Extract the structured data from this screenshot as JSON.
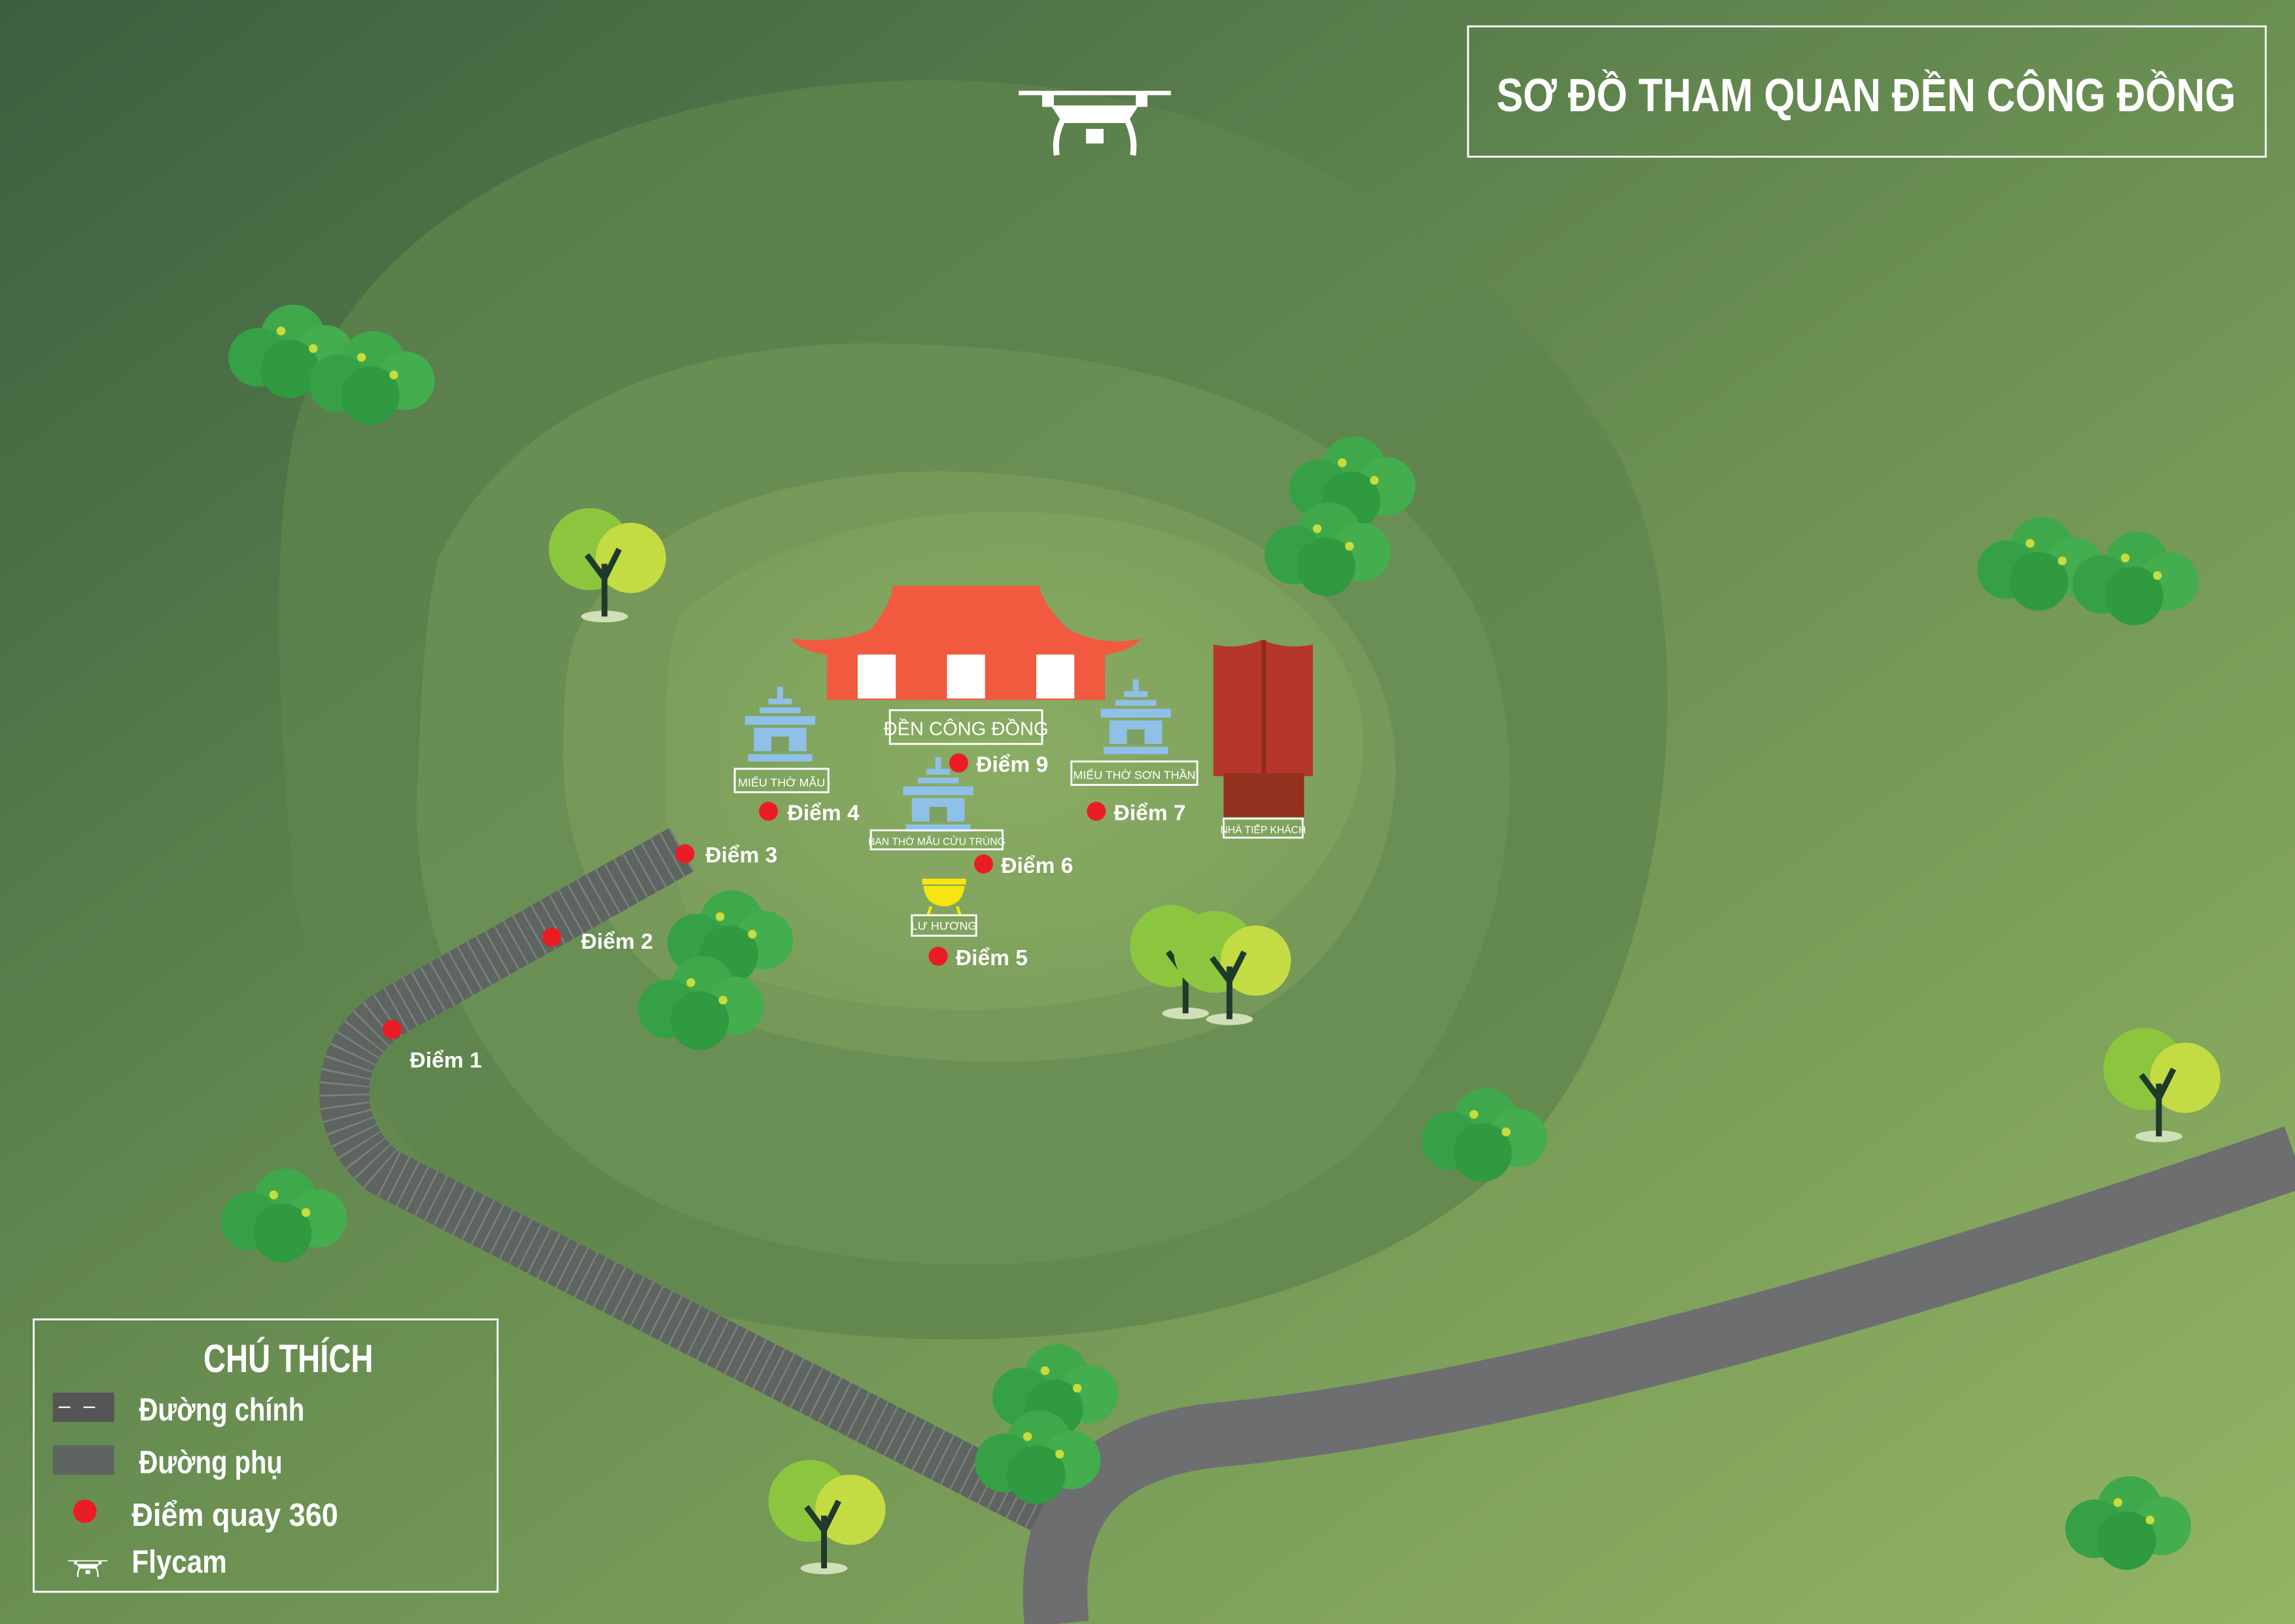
{
  "title": "SƠ ĐỒ THAM QUAN ĐỀN CÔNG ĐỒNG",
  "buildings": {
    "main_temple": "ĐỀN CÔNG ĐỒNG",
    "mieu_mau": "MIẾU THỜ MẪU",
    "mieu_son_than": "MIẾU THỜ SƠN THẦN",
    "ban_tho": "BAN THỜ MẪU CỬU TRÙNG",
    "lu_huong": "LƯ HƯƠNG",
    "nha_tiep_khach": "NHÀ TIẾP KHÁCH"
  },
  "points": [
    {
      "id": 1,
      "label": "Điểm 1"
    },
    {
      "id": 2,
      "label": "Điểm 2"
    },
    {
      "id": 3,
      "label": "Điểm 3"
    },
    {
      "id": 4,
      "label": "Điểm 4"
    },
    {
      "id": 5,
      "label": "Điểm 5"
    },
    {
      "id": 6,
      "label": "Điểm 6"
    },
    {
      "id": 7,
      "label": "Điểm 7"
    },
    {
      "id": 9,
      "label": "Điểm 9"
    }
  ],
  "legend": {
    "title": "CHÚ THÍCH",
    "items": [
      {
        "icon": "main-road-swatch",
        "label": "Đường chính"
      },
      {
        "icon": "side-road-swatch",
        "label": "Đường phụ"
      },
      {
        "icon": "red-dot",
        "label": "Điểm quay 360"
      },
      {
        "icon": "drone-icon",
        "label": "Flycam"
      }
    ]
  },
  "colors": {
    "point": "#ec1c24",
    "temple": "#f15a3e",
    "shrine": "#8fc0e8",
    "guesthouse": "#b5372b",
    "main_road": "#6d6e70",
    "side_road": "#5e6460"
  }
}
